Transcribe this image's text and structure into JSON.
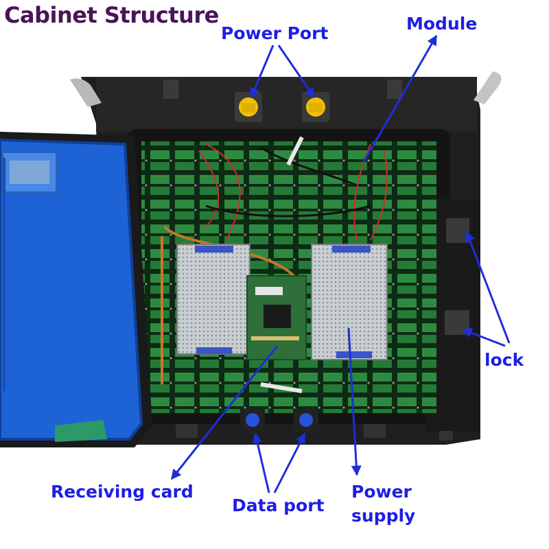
{
  "title": "Cabinet Structure",
  "labels": {
    "power_port": "Power Port",
    "module": "Module",
    "lock": "lock",
    "receiving_card": "Receiving card",
    "data_port": "Data port",
    "power_supply_line1": "Power",
    "power_supply_line2": "supply"
  },
  "colors": {
    "title": "#4b1458",
    "label": "#1e1ee6",
    "arrow": "#1e2ed8",
    "cover_blue": "#1d63d6",
    "frame": "#1b1b1b",
    "pcb_green": "#2a7a3a",
    "power_connector": "#f2c200",
    "data_connector": "#2a52d8"
  }
}
